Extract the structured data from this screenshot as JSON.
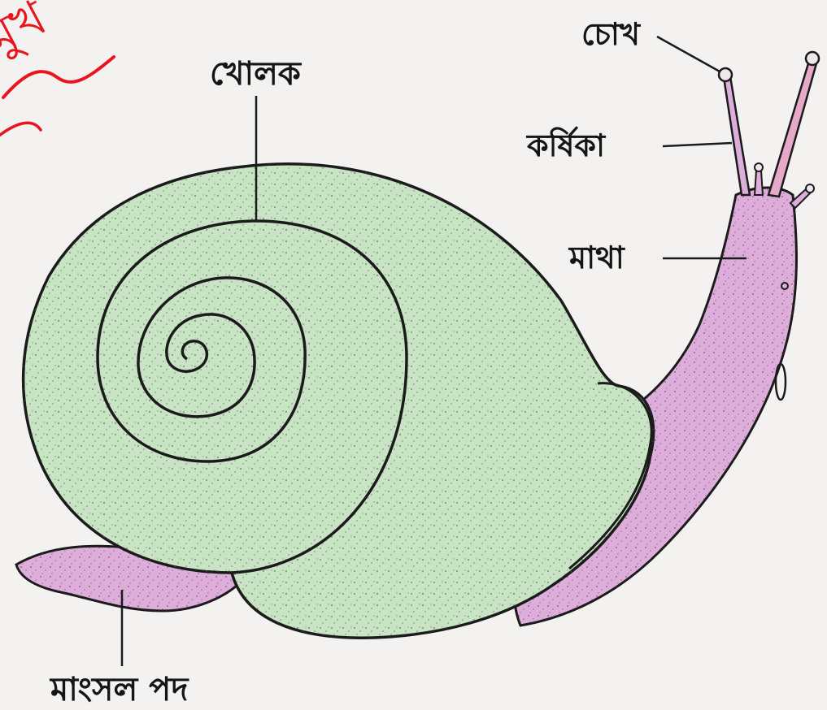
{
  "diagram": {
    "labels": {
      "shell": "খোলক",
      "eye": "চোখ",
      "tentacle": "কর্ষিকা",
      "head": "মাথা",
      "foot": "মাংসল পদ"
    },
    "colors": {
      "shell_fill": "#c9e4c4",
      "body_fill": "#dcaed9",
      "outline": "#1b1b1b",
      "background": "#f3f2f0",
      "annotation_ink": "#e8141e"
    },
    "handwriting": "মুখ"
  }
}
